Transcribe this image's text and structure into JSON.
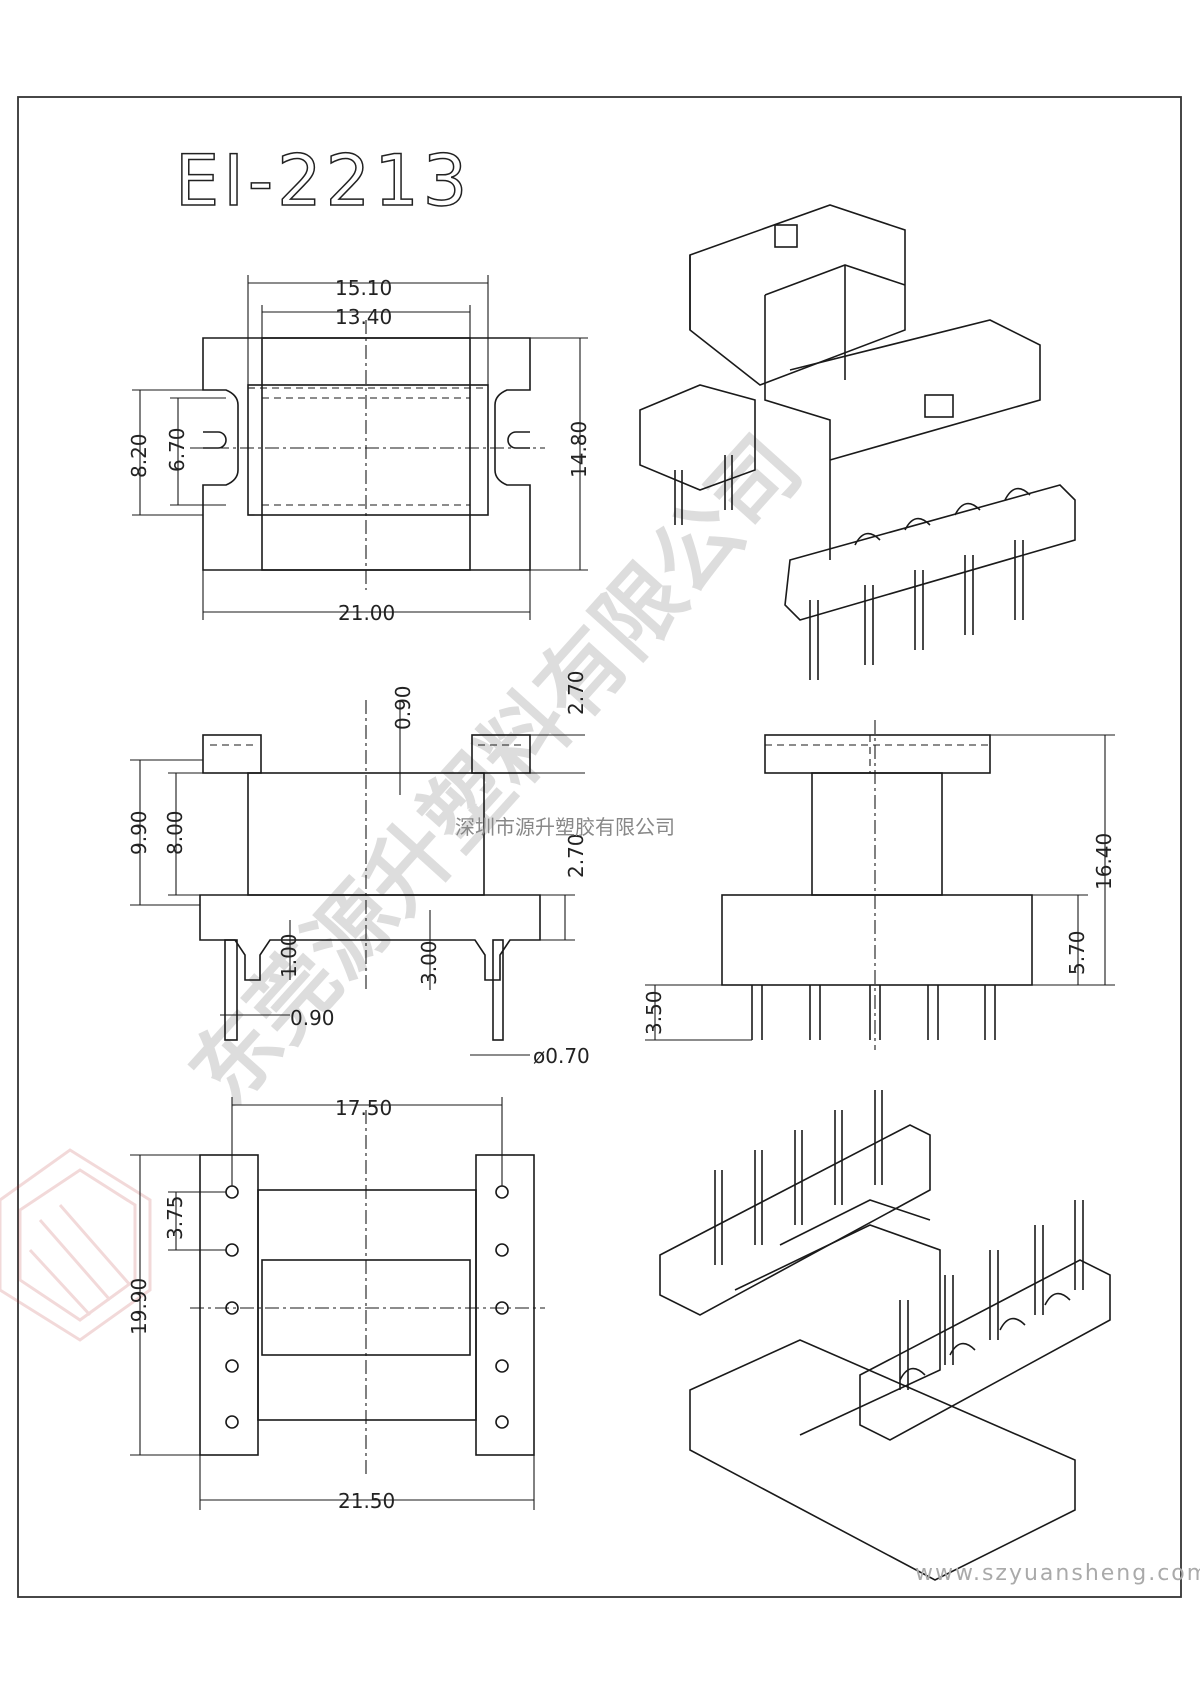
{
  "title": "EI-2213",
  "watermark_company": "深圳市源升塑胶有限公司",
  "watermark_diagonal": "东莞源升塑料有限公司",
  "website": "www.szyuansheng.com",
  "top_view": {
    "width_outer": "15.10",
    "width_inner": "13.40",
    "height_slot": "8.20",
    "height_inner": "6.70",
    "height_total": "14.80",
    "base_width": "21.00"
  },
  "front_view": {
    "flange_height": "2.70",
    "gap": "0.90",
    "total_height": "9.90",
    "winding_height": "8.00",
    "base_height": "2.70",
    "pin_offset": "1.00",
    "pin_length": "3.00",
    "pin_width": "0.90",
    "pin_diameter": "ø0.70"
  },
  "side_view": {
    "total_height": "16.40",
    "base_to_top": "5.70",
    "pin_length": "3.50"
  },
  "bottom_view": {
    "pin_span": "17.50",
    "pitch": "3.75",
    "length": "19.90",
    "width": "21.50"
  },
  "colors": {
    "line": "#1a1a1a",
    "frame": "#333333",
    "watermark": "#000000"
  }
}
